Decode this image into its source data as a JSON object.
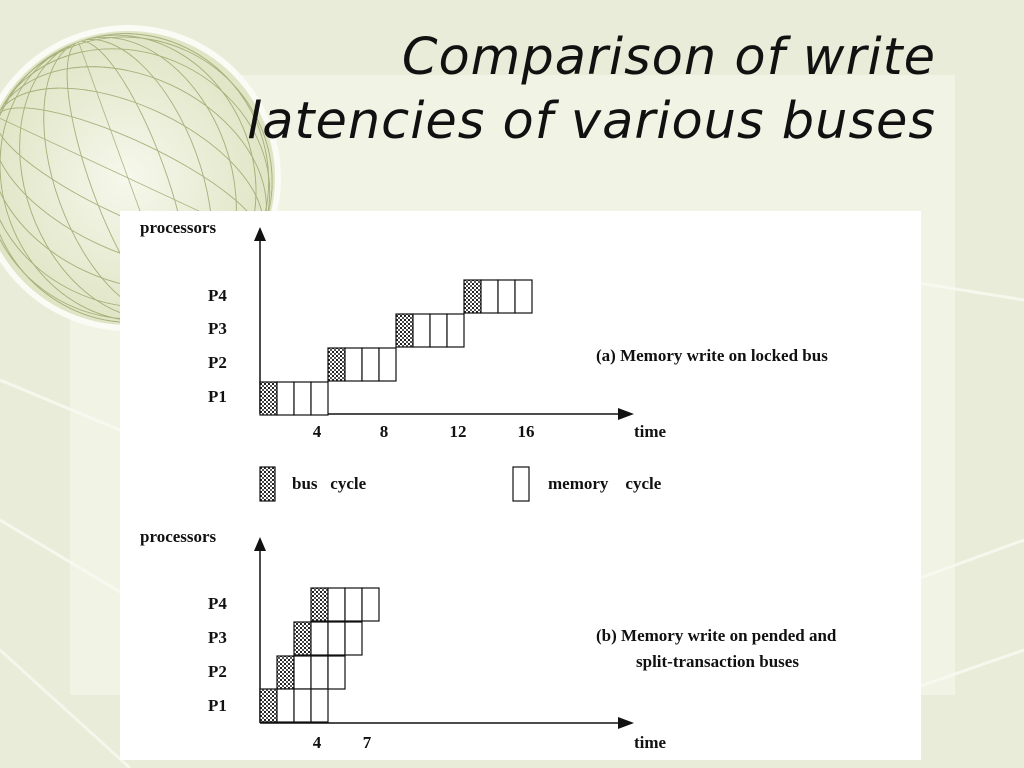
{
  "slide": {
    "title_line1": "Comparison of write",
    "title_line2": "latencies of various buses"
  },
  "colors": {
    "background": "#e9ecd8",
    "panel": "#ffffff",
    "ink": "#111111"
  },
  "diagram_a": {
    "y_axis_label": "processors",
    "x_axis_label": "time",
    "processors": [
      "P1",
      "P2",
      "P3",
      "P4"
    ],
    "x_ticks": [
      "4",
      "8",
      "12",
      "16"
    ],
    "caption": "(a) Memory write on locked bus",
    "rows": [
      {
        "processor": "P4",
        "start_cycle": 12,
        "bus_cycles": 1,
        "memory_cycles": 3
      },
      {
        "processor": "P3",
        "start_cycle": 8,
        "bus_cycles": 1,
        "memory_cycles": 3
      },
      {
        "processor": "P2",
        "start_cycle": 4,
        "bus_cycles": 1,
        "memory_cycles": 3
      },
      {
        "processor": "P1",
        "start_cycle": 0,
        "bus_cycles": 1,
        "memory_cycles": 3
      }
    ]
  },
  "legend": {
    "bus_cycle": "bus   cycle",
    "memory_cycle": "memory    cycle"
  },
  "diagram_b": {
    "y_axis_label": "processors",
    "x_axis_label": "time",
    "processors": [
      "P1",
      "P2",
      "P3",
      "P4"
    ],
    "x_ticks": [
      "4",
      "7"
    ],
    "caption_line1": "(b) Memory write on pended and",
    "caption_line2": "split-transaction buses",
    "rows": [
      {
        "processor": "P4",
        "start_cycle": 3,
        "bus_cycles": 1,
        "memory_cycles": 3
      },
      {
        "processor": "P3",
        "start_cycle": 2,
        "bus_cycles": 1,
        "memory_cycles": 3
      },
      {
        "processor": "P2",
        "start_cycle": 1,
        "bus_cycles": 1,
        "memory_cycles": 3
      },
      {
        "processor": "P1",
        "start_cycle": 0,
        "bus_cycles": 1,
        "memory_cycles": 3
      }
    ]
  }
}
